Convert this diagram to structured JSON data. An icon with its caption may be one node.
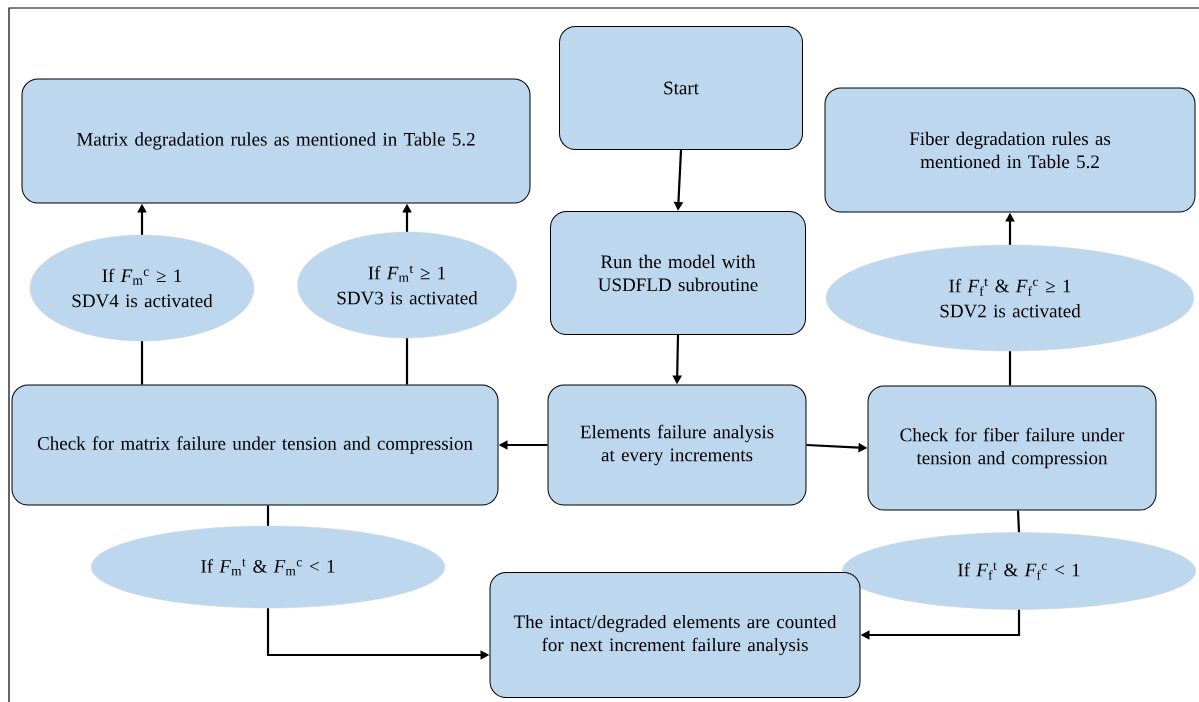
{
  "diagram": {
    "nodes": [
      {
        "text": [
          "Start"
        ]
      },
      {
        "text": [
          "Matrix degradation rules as mentioned in Table 5.2"
        ]
      },
      {
        "text": [
          "Fiber degradation rules as mentioned in Table 5.2"
        ]
      },
      {
        "text": [
          "Run the model with USDFLD subroutine"
        ]
      },
      {
        "text": [
          "If *F*$_{m}$$^{c}$ ≥ 1",
          "SDV4 is activated"
        ]
      },
      {
        "text": [
          "If *F*$_{m}$$^{t}$ ≥ 1",
          "SDV3 is activated"
        ]
      },
      {
        "text": [
          "If *F*$_{f}$$^{t}$ & *F*$_{f}$$^{c}$ ≥ 1",
          "SDV2 is activated"
        ]
      },
      {
        "text": [
          "Check for matrix failure under tension and compression"
        ]
      },
      {
        "text": [
          "Elements failure analysis at every increments"
        ]
      },
      {
        "text": [
          "Check for fiber failure under tension and compression"
        ]
      },
      {
        "text": [
          "If *F*$_{m}$$^{t}$ & *F*$_{m}$$^{c}$ < 1"
        ]
      },
      {
        "text": [
          "If *F*$_{f}$$^{t}$ & *F*$_{f}$$^{c}$ < 1"
        ]
      },
      {
        "text": [
          "The intact/degraded elements are counted for next increment failure analysis"
        ]
      }
    ],
    "edges": [
      {
        "from": 0,
        "to": 3,
        "arrow": "to"
      },
      {
        "from": 3,
        "to": 8,
        "arrow": "to"
      },
      {
        "from": 8,
        "to": 7,
        "arrow": "to"
      },
      {
        "from": 8,
        "to": 9,
        "arrow": "to"
      },
      {
        "from": 7,
        "to": 4,
        "arrow": "none"
      },
      {
        "from": 4,
        "to": 1,
        "arrow": "to"
      },
      {
        "from": 7,
        "to": 5,
        "arrow": "none"
      },
      {
        "from": 5,
        "to": 1,
        "arrow": "to"
      },
      {
        "from": 9,
        "to": 6,
        "arrow": "none"
      },
      {
        "from": 6,
        "to": 2,
        "arrow": "to"
      },
      {
        "from": 7,
        "to": 10,
        "arrow": "none"
      },
      {
        "from": 10,
        "to": 12,
        "arrow": "to"
      },
      {
        "from": 9,
        "to": 11,
        "arrow": "none"
      },
      {
        "from": 11,
        "to": 12,
        "arrow": "to"
      }
    ]
  }
}
